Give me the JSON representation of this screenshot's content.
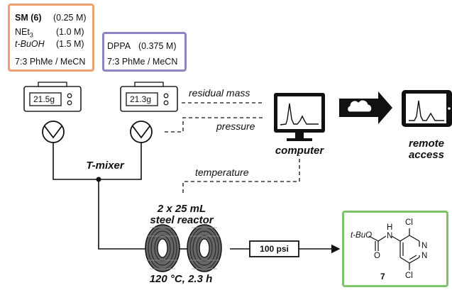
{
  "reagents_left": {
    "rows": [
      {
        "name": "SM (6)",
        "conc": "(0.25 M)"
      },
      {
        "name": "NEt3",
        "conc": "(1.0 M)"
      },
      {
        "name": "t-BuOH",
        "conc": "(1.5 M)"
      }
    ],
    "solvent": "7:3 PhMe / MeCN",
    "border_color": "#f0a070"
  },
  "reagents_right": {
    "rows": [
      {
        "name": "DPPA",
        "conc": "(0.375 M)"
      }
    ],
    "solvent": "7:3 PhMe / MeCN",
    "border_color": "#8c85c4"
  },
  "balances": [
    {
      "reading": "21.5g"
    },
    {
      "reading": "21.3g"
    }
  ],
  "labels": {
    "residual_mass": "residual mass",
    "pressure": "pressure",
    "temperature": "temperature",
    "computer": "computer",
    "remote_line1": "remote",
    "remote_line2": "access",
    "t_mixer": "T-mixer",
    "reactor_line1": "2 x 25 mL",
    "reactor_line2": "steel reactor",
    "conditions": "120 °C, 2.3 h",
    "bpr": "100 psi"
  },
  "product": {
    "compound_number": "7",
    "tBuO": "t-BuO",
    "H": "H",
    "N_amide": "N",
    "O": "O",
    "Cl_top": "Cl",
    "Cl_bottom": "Cl",
    "N1": "N",
    "N2": "N",
    "border_color": "#7cc36a"
  }
}
